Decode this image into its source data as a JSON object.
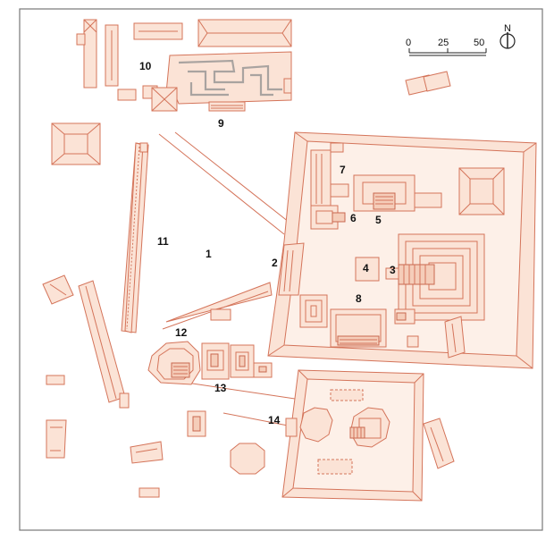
{
  "scale": {
    "ticks": [
      "0",
      "25",
      "50"
    ],
    "north_label": "N"
  },
  "labels": [
    {
      "id": "1",
      "text": "1"
    },
    {
      "id": "2",
      "text": "2"
    },
    {
      "id": "3",
      "text": "3"
    },
    {
      "id": "4",
      "text": "4"
    },
    {
      "id": "5",
      "text": "5"
    },
    {
      "id": "6",
      "text": "6"
    },
    {
      "id": "7",
      "text": "7"
    },
    {
      "id": "8",
      "text": "8"
    },
    {
      "id": "9",
      "text": "9"
    },
    {
      "id": "10",
      "text": "10"
    },
    {
      "id": "11",
      "text": "11"
    },
    {
      "id": "12",
      "text": "12"
    },
    {
      "id": "13",
      "text": "13"
    },
    {
      "id": "14",
      "text": "14"
    }
  ],
  "colors": {
    "structure_fill": "#fbe3d6",
    "structure_outline": "#d4745a",
    "frame": "#777777"
  }
}
